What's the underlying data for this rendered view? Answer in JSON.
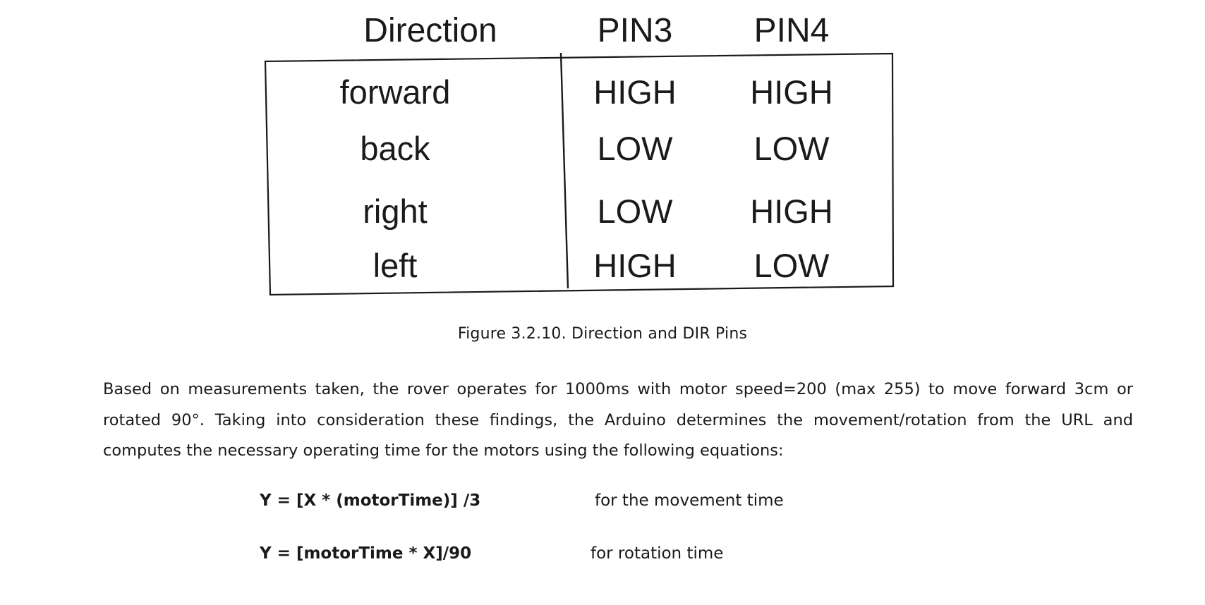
{
  "figure": {
    "headers": {
      "direction": "Direction",
      "pin3": "PIN3",
      "pin4": "PIN4"
    },
    "rows": [
      {
        "direction": "forward",
        "pin3": "HIGH",
        "pin4": "HIGH"
      },
      {
        "direction": "back",
        "pin3": "LOW",
        "pin4": "LOW"
      },
      {
        "direction": "right",
        "pin3": "LOW",
        "pin4": "HIGH"
      },
      {
        "direction": "left",
        "pin3": "HIGH",
        "pin4": "LOW"
      }
    ],
    "caption": "Figure 3.2.10.  Direction and DIR Pins"
  },
  "body": {
    "paragraph": "Based on measurements taken, the rover operates for 1000ms with motor speed=200 (max 255) to move forward 3cm or rotated 90°. Taking into consideration these findings, the Arduino determines the movement/rotation from the URL and computes the necessary operating time for the motors using the following equations:",
    "equations": [
      {
        "formula": "Y = [X * (motorTime)] /3",
        "description": "for the movement time"
      },
      {
        "formula": "Y = [motorTime * X]/90",
        "description": "for rotation time"
      }
    ]
  }
}
